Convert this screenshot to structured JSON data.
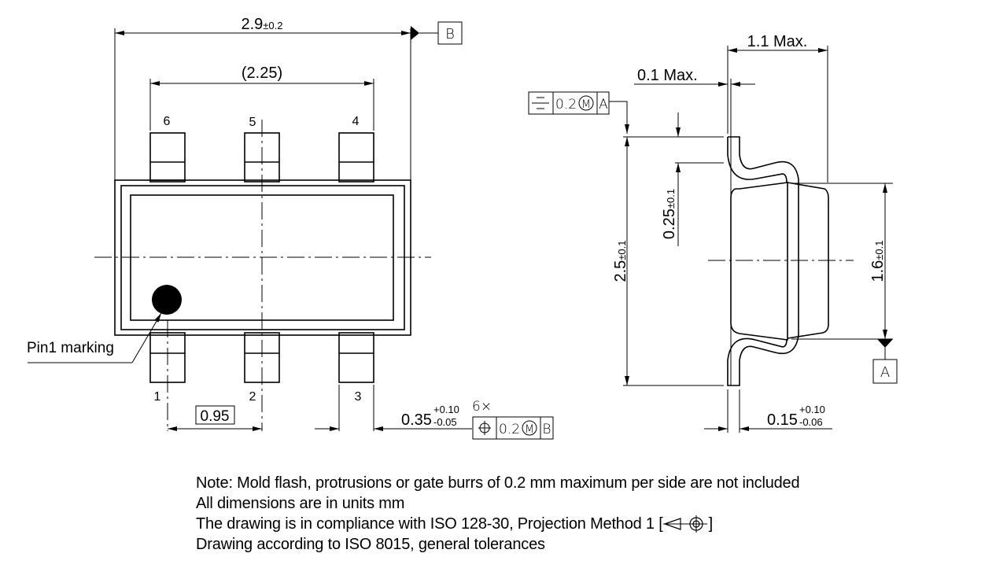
{
  "drawing": {
    "top_view": {
      "dim_overall_width": {
        "value": "2.9",
        "tol": "±0.2"
      },
      "dim_lead_span": "(2.25)",
      "datum_b": "B",
      "pins_top": [
        "6",
        "5",
        "4"
      ],
      "pins_bottom": [
        "1",
        "2",
        "3"
      ],
      "pin1_label": "Pin1 marking",
      "dim_pitch": "0.95",
      "dim_lead_width": {
        "value": "0.35",
        "tol_plus": "+0.10",
        "tol_minus": "-0.05"
      },
      "fcf_position": {
        "count": "6×",
        "symbol": "position",
        "tolerance": "0.2",
        "modifier": "M",
        "datum": "B"
      }
    },
    "side_view": {
      "dim_max_height": "1.1 Max.",
      "dim_standoff": "0.1 Max.",
      "fcf_symmetry": {
        "symbol": "symmetry",
        "tolerance": "0.2",
        "modifier": "M",
        "datum": "A"
      },
      "dim_lead_length": {
        "value": "0.25",
        "tol": "±0.1"
      },
      "dim_overall_length": {
        "value": "2.5",
        "tol": "±0.1"
      },
      "dim_body_width": {
        "value": "1.6",
        "tol": "±0.1"
      },
      "datum_a": "A",
      "dim_lead_thickness": {
        "value": "0.15",
        "tol_plus": "+0.10",
        "tol_minus": "-0.06"
      }
    },
    "notes": [
      "Note: Mold flash, protrusions or gate burrs of 0.2 mm maximum per side are not included",
      "All dimensions are in units mm",
      "The drawing is in compliance with ISO 128-30, Projection Method 1 [",
      "]",
      "Drawing according to ISO 8015, general tolerances"
    ]
  }
}
